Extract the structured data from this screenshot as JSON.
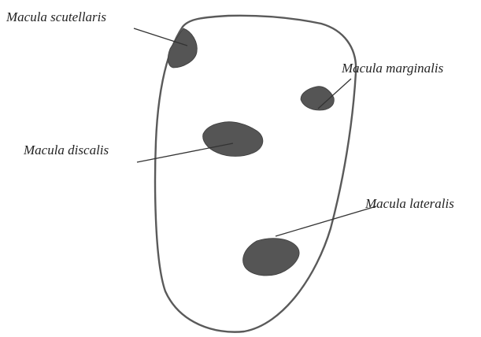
{
  "figure": {
    "labels": {
      "scutellaris": "Macula scutellaris",
      "marginalis": "Macula marginalis",
      "discalis": "Macula discalis",
      "lateralis": "Macula lateralis"
    },
    "colors": {
      "outline": "#5a5a5a",
      "spot": "#555555",
      "text": "#222222",
      "background": "#ffffff"
    }
  }
}
